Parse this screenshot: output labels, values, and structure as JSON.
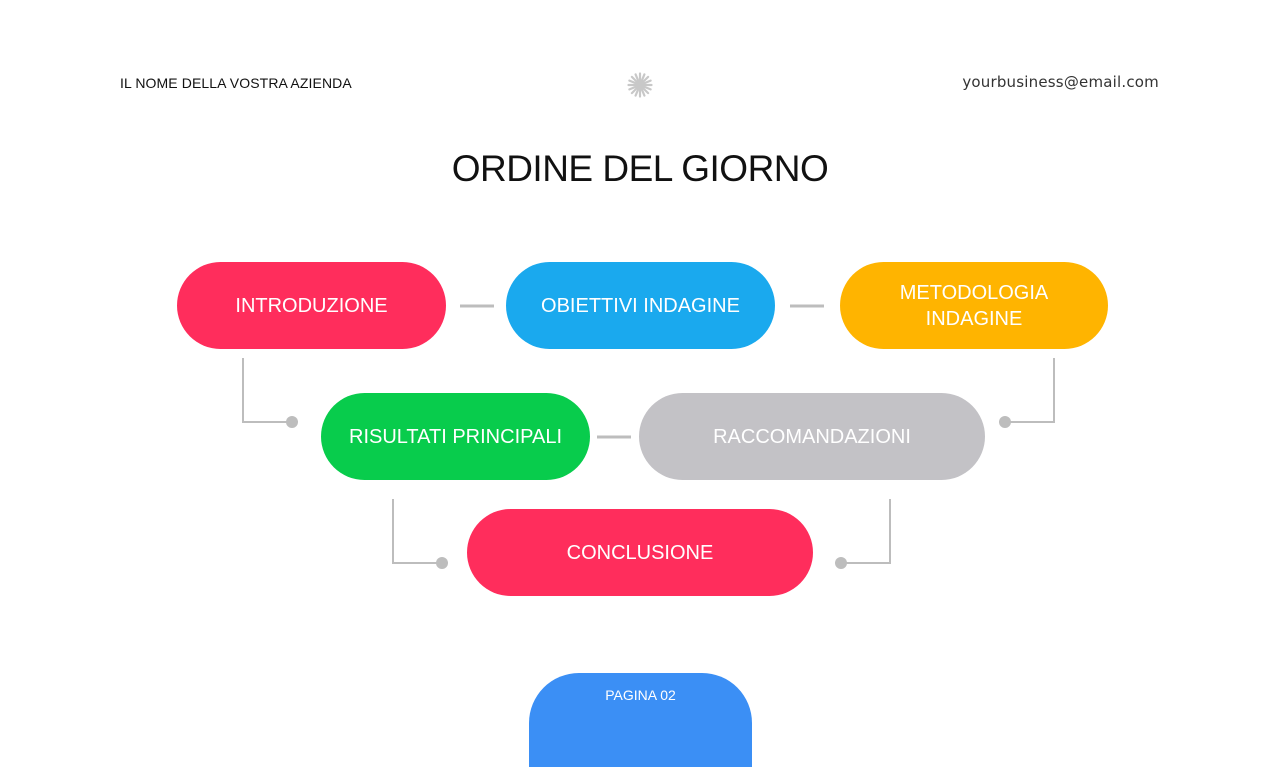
{
  "header": {
    "company_name": "IL NOME DELLA VOSTRA AZIENDA",
    "email": "yourbusiness@email.com"
  },
  "title": "ORDINE DEL GIORNO",
  "agenda": {
    "items": [
      {
        "label": "INTRODUZIONE",
        "color": "#FF2D5C"
      },
      {
        "label": "OBIETTIVI INDAGINE",
        "color": "#1AA9EE"
      },
      {
        "label": "METODOLOGIA INDAGINE",
        "color": "#FFB400"
      },
      {
        "label": "RISULTATI PRINCIPALI",
        "color": "#08CC4C"
      },
      {
        "label": "RACCOMANDAZIONI",
        "color": "#C3C2C6"
      },
      {
        "label": "CONCLUSIONE",
        "color": "#FF2D5C"
      }
    ],
    "connector_color": "#BDBDBD"
  },
  "footer": {
    "page_label": "PAGINA 02",
    "tab_color": "#3B8FF5"
  },
  "icons": {
    "logo": "asterisk-flower-icon"
  }
}
